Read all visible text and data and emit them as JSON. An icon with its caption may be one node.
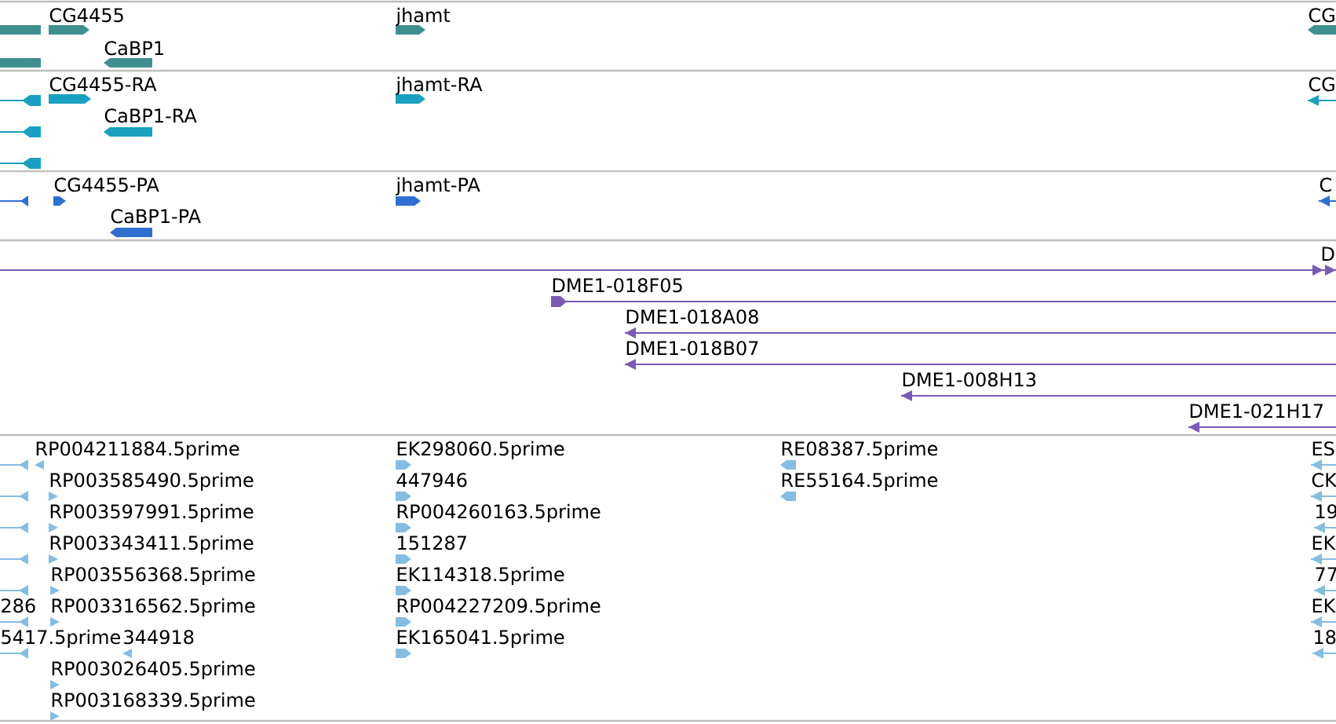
{
  "diagram": {
    "labels": [
      "CG4455",
      "jhamt",
      "CG",
      "CaBP1",
      "CG4455-RA",
      "jhamt-RA",
      "CG",
      "CaBP1-RA",
      "CG4455-PA",
      "jhamt-PA",
      "C",
      "CaBP1-PA",
      "D",
      "DME1-018F05",
      "DME1-018A08",
      "DME1-018B07",
      "DME1-008H13",
      "DME1-021H17",
      "RP004211884.5prime",
      "EK298060.5prime",
      "RE08387.5prime",
      "ES",
      "RP003585490.5prime",
      "447946",
      "RE55164.5prime",
      "CK",
      "RP003597991.5prime",
      "RP004260163.5prime",
      "19",
      "RP003343411.5prime",
      "151287",
      "EK",
      "RP003556368.5prime",
      "EK114318.5prime",
      "77",
      "286",
      "RP003316562.5prime",
      "RP004227209.5prime",
      "EK",
      "5417.5prime",
      "344918",
      "EK165041.5prime",
      "18",
      "RP003026405.5prime",
      "RP003168339.5prime"
    ]
  }
}
